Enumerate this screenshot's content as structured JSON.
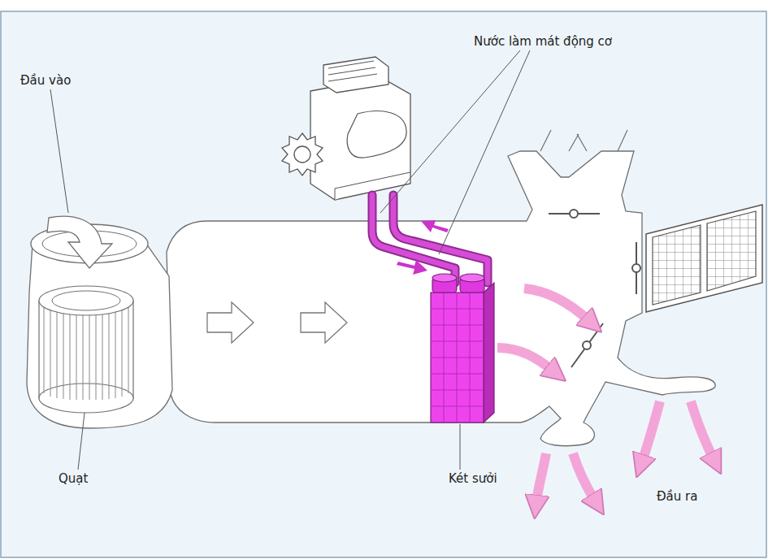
{
  "diagram": {
    "labels": [
      "Đầu vào",
      "Nước làm mát động cơ",
      "Quạt",
      "Két sưởi",
      "Đầu ra"
    ]
  }
}
